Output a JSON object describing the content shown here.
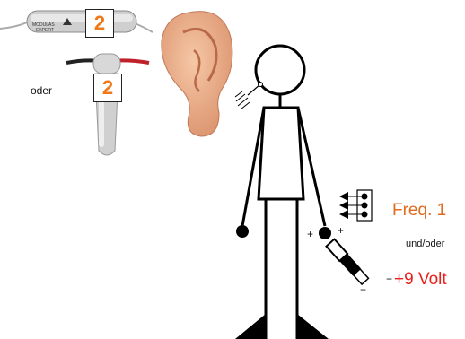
{
  "device_1": {
    "badge": "2",
    "brand_line1": "MODULAS",
    "brand_line2": "EXPERT"
  },
  "device_2": {
    "badge": "2"
  },
  "labels": {
    "oder": "oder",
    "freq": "Freq.  1",
    "und_oder": "und/oder",
    "volt": "+9 Volt",
    "plus_left": "+",
    "plus_right": "+",
    "minus_right": "−",
    "minus_bottom": "−"
  },
  "colors": {
    "badge_text": "#f07a1a",
    "freq_text": "#e06a1e",
    "volt_text": "#e8201c",
    "figure_line": "#000000"
  }
}
